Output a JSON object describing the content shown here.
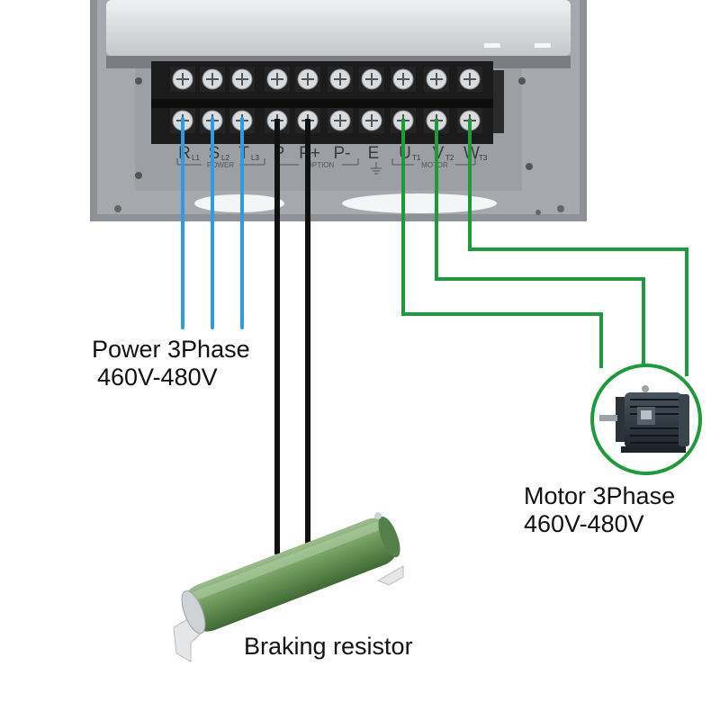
{
  "captions": {
    "power_line1": "Power 3Phase",
    "power_line2": "460V-480V",
    "motor_line1": "Motor 3Phase",
    "motor_line2": "460V-480V",
    "resistor": "Braking resistor"
  },
  "terminals": [
    {
      "id": "R",
      "label": "R",
      "sub": "L1"
    },
    {
      "id": "S",
      "label": "S",
      "sub": "L2"
    },
    {
      "id": "T",
      "label": "T",
      "sub": "L3"
    },
    {
      "id": "P",
      "label": "P",
      "sub": ""
    },
    {
      "id": "Pplus",
      "label": "P+",
      "sub": ""
    },
    {
      "id": "Pminus",
      "label": "P-",
      "sub": ""
    },
    {
      "id": "E",
      "label": "E",
      "sub": ""
    },
    {
      "id": "U",
      "label": "U",
      "sub": "T1"
    },
    {
      "id": "V",
      "label": "V",
      "sub": "T2"
    },
    {
      "id": "W",
      "label": "W",
      "sub": "T3"
    }
  ],
  "groups": {
    "power": "POWER",
    "option": "OPTION",
    "motor": "MOTOR"
  },
  "wire_colors": {
    "power": "#2f9be0",
    "brake": "#111111",
    "motor": "#1e9a3c"
  }
}
